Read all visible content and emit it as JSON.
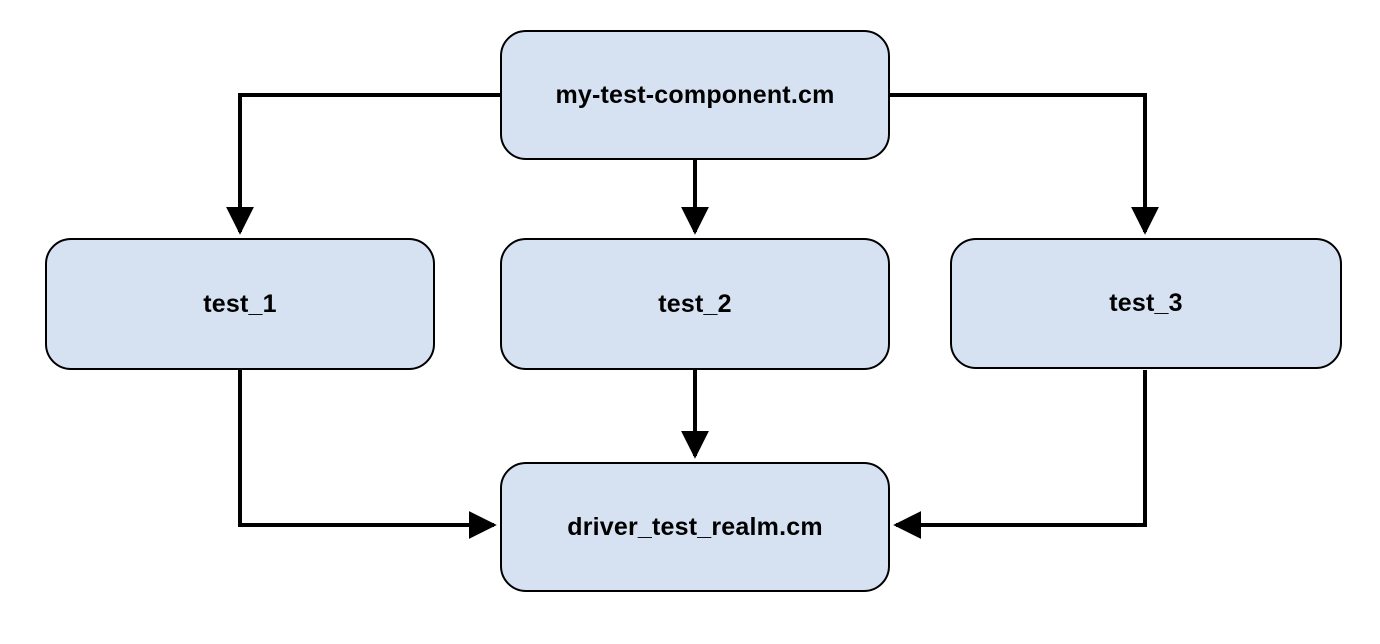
{
  "diagram": {
    "nodes": {
      "root": {
        "label": "my-test-component.cm"
      },
      "test1": {
        "label": "test_1"
      },
      "test2": {
        "label": "test_2"
      },
      "test3": {
        "label": "test_3"
      },
      "driver": {
        "label": "driver_test_realm.cm"
      }
    },
    "edges": [
      {
        "from": "my-test-component.cm",
        "to": "test_1"
      },
      {
        "from": "my-test-component.cm",
        "to": "test_2"
      },
      {
        "from": "my-test-component.cm",
        "to": "test_3"
      },
      {
        "from": "test_1",
        "to": "driver_test_realm.cm"
      },
      {
        "from": "test_2",
        "to": "driver_test_realm.cm"
      },
      {
        "from": "test_3",
        "to": "driver_test_realm.cm"
      }
    ],
    "colors": {
      "node_fill": "#d6e2f1",
      "node_border": "#000000",
      "connector": "#000000",
      "label_text": "#000000",
      "background": "#ffffff"
    }
  }
}
